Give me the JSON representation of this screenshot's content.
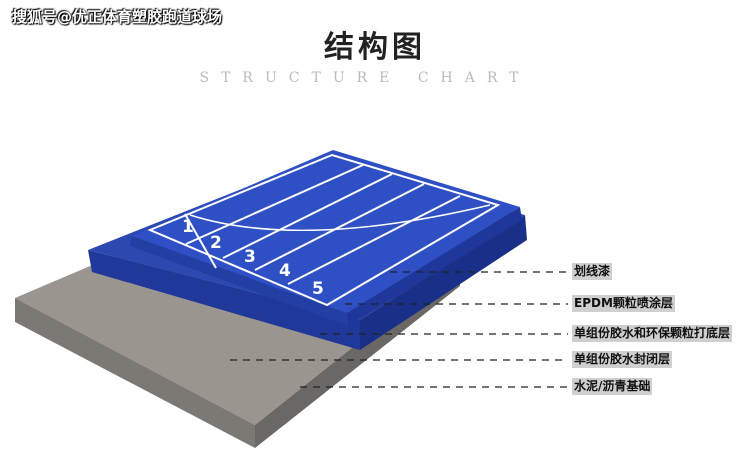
{
  "watermark": "搜狐号@优正体育塑胶跑道球场",
  "title": "结构图",
  "subtitle": "STRUCTURE CHART",
  "lane_numbers": [
    "1",
    "2",
    "3",
    "4",
    "5"
  ],
  "layers": [
    {
      "label": "划线漆"
    },
    {
      "label": "EPDM颗粒喷涂层"
    },
    {
      "label": "单组份胶水和环保颗粒打底层"
    },
    {
      "label": "单组份胶水封闭层"
    },
    {
      "label": "水泥/沥青基础"
    }
  ],
  "colors": {
    "track_blue": "#2a46b8",
    "concrete": "#8a8580"
  }
}
